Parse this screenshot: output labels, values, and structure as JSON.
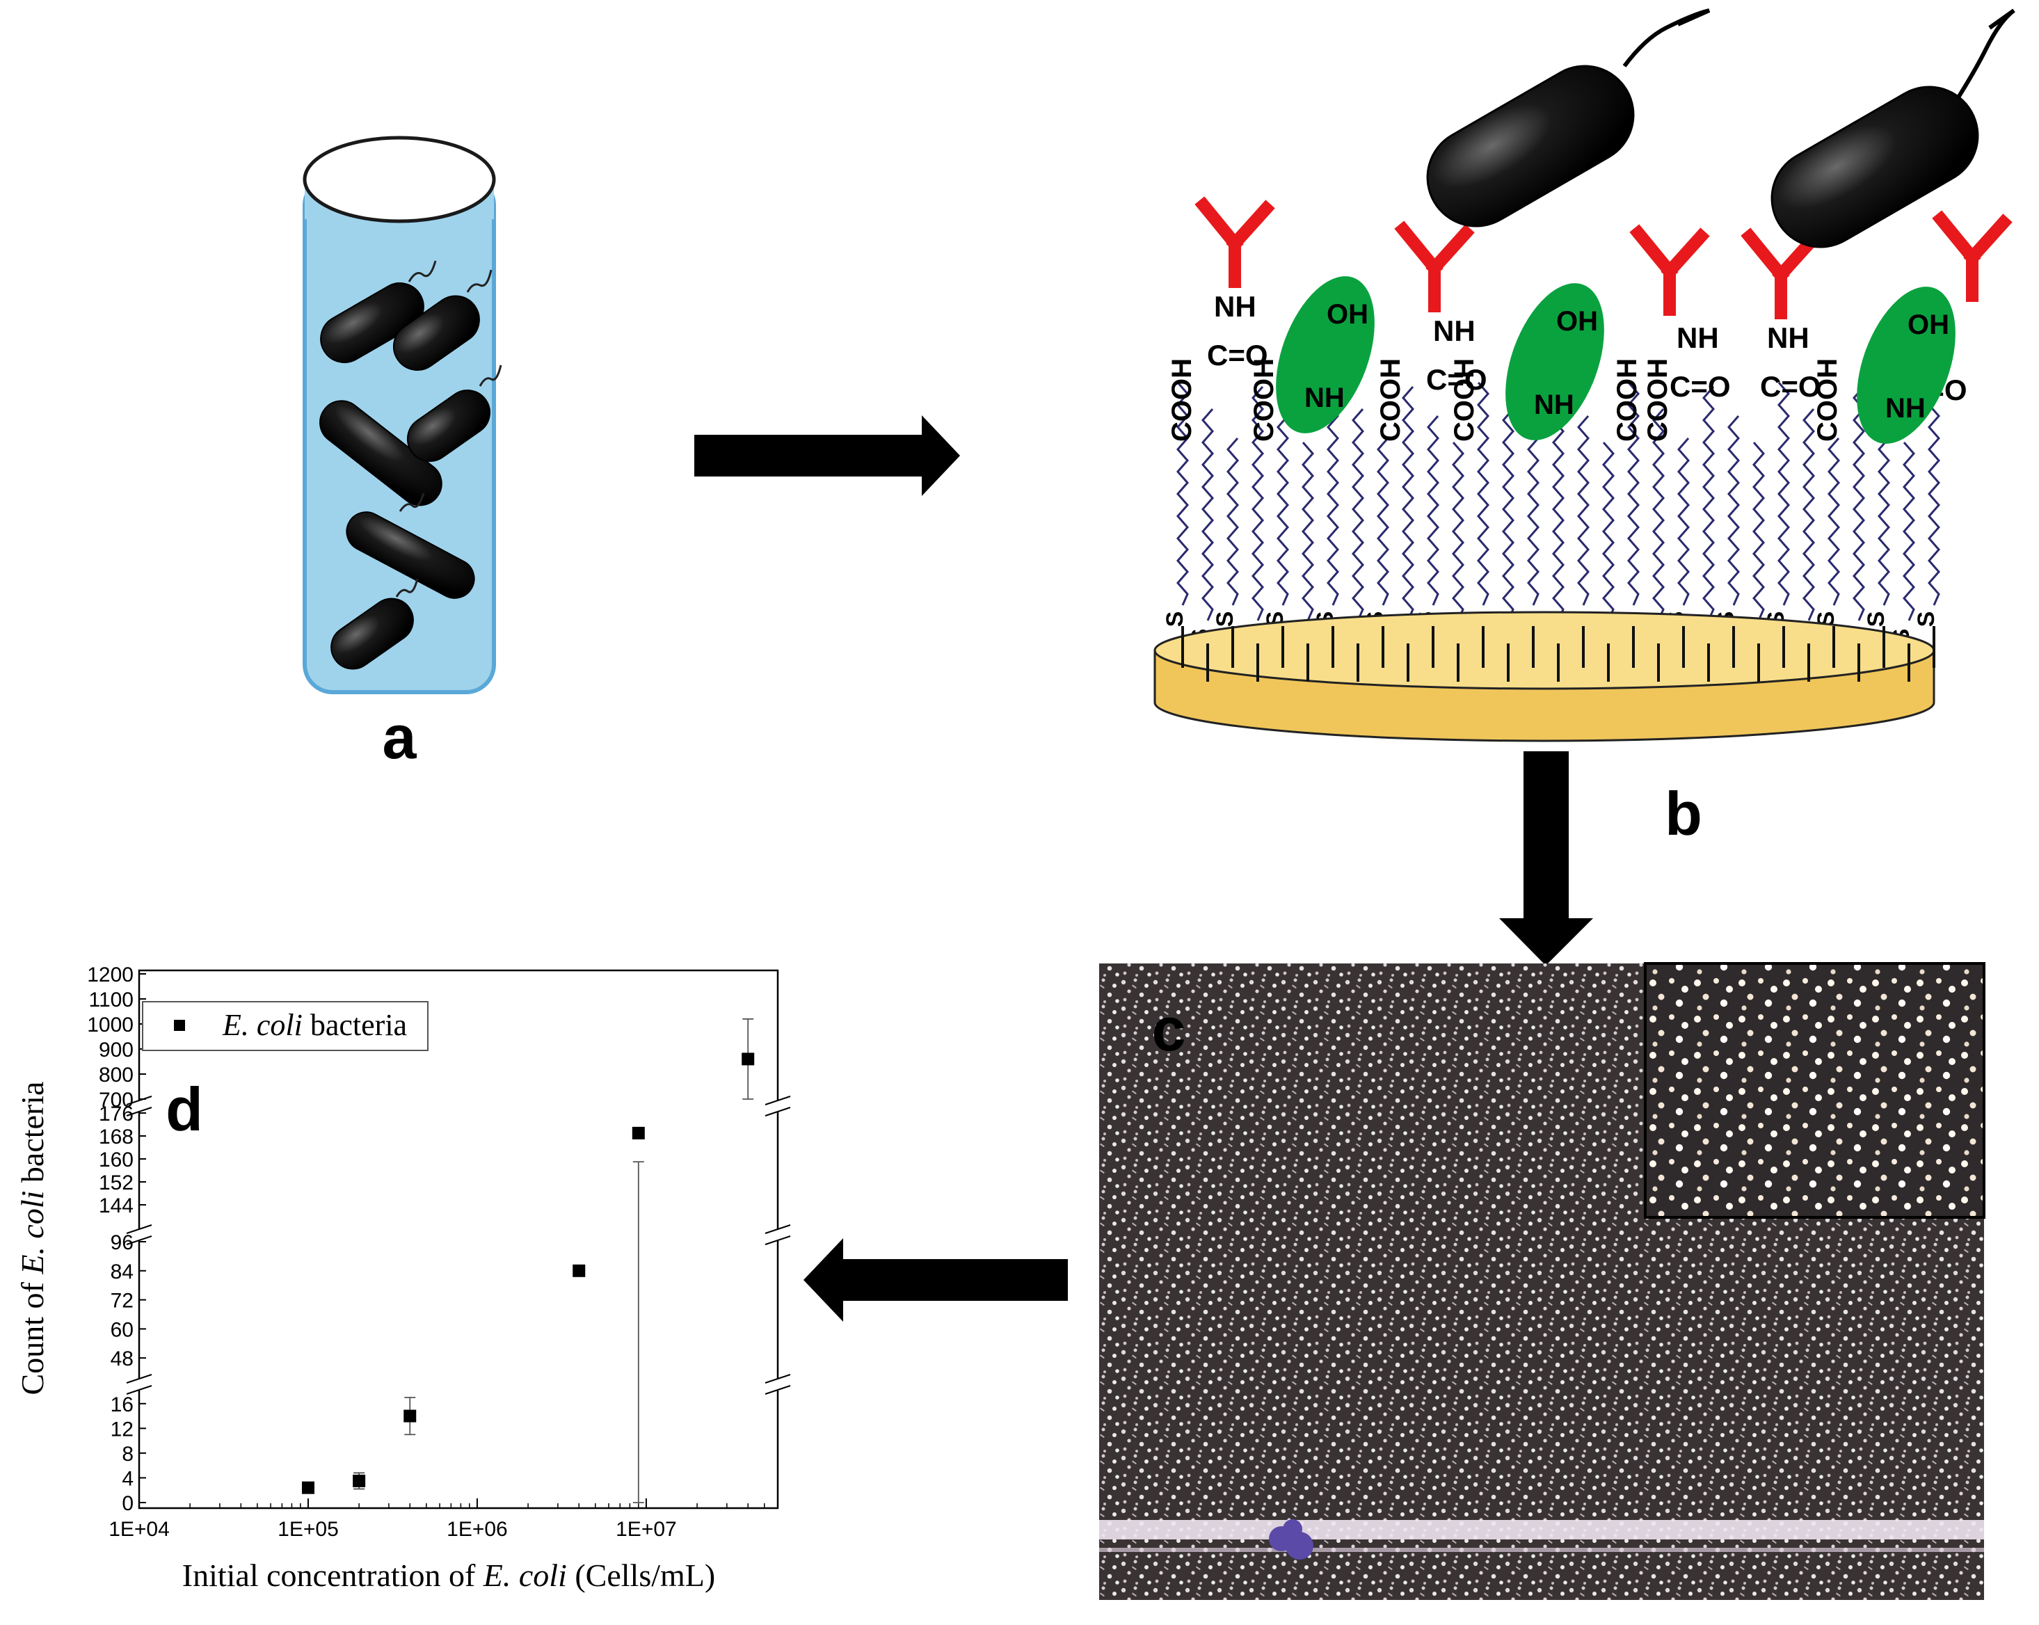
{
  "panel_labels": {
    "a": "a",
    "b": "b",
    "c": "c",
    "d": "d"
  },
  "surface": {
    "cooh": "COOH",
    "nh": "NH",
    "co": "C=O",
    "oh": "OH",
    "s": "S"
  },
  "colors": {
    "tube_fill": "#9fd3ec",
    "tube_edge": "#5aa8d8",
    "antibody": "#e8191c",
    "ethanolamine": "#0aa23f",
    "gold": "#f5d67a",
    "chain": "#2a2a6e",
    "arrow": "#000000"
  },
  "micrograph": {
    "inset": true
  },
  "chart_data": {
    "type": "scatter",
    "xlabel_prefix": "Initial concentration of ",
    "xlabel_italic": "E. coli",
    "xlabel_suffix": " (Cells/mL)",
    "ylabel_prefix": "Count of ",
    "ylabel_italic": "E. coli",
    "ylabel_suffix": " bacteria",
    "legend_italic": "E. coli",
    "legend_suffix": " bacteria",
    "x_scale": "log",
    "xlim": [
      10000,
      60000000
    ],
    "x_ticks": [
      "1E+04",
      "1E+05",
      "1E+06",
      "1E+07"
    ],
    "y_segments": [
      {
        "range": [
          0,
          18
        ],
        "ticks": [
          0,
          4,
          8,
          12,
          16
        ]
      },
      {
        "range": [
          40,
          96
        ],
        "ticks": [
          48,
          60,
          72,
          84,
          96
        ]
      },
      {
        "range": [
          136,
          176
        ],
        "ticks": [
          144,
          152,
          160,
          168,
          176
        ]
      },
      {
        "range": [
          700,
          1200
        ],
        "ticks": [
          700,
          800,
          900,
          1000,
          1100,
          1200
        ]
      }
    ],
    "points": [
      {
        "x": 100000,
        "y": 2.4,
        "err": 0
      },
      {
        "x": 200000,
        "y": 3.5,
        "err": 1.3
      },
      {
        "x": 400000,
        "y": 14,
        "err": 3
      },
      {
        "x": 4000000,
        "y": 84,
        "err": 0
      },
      {
        "x": 9000000,
        "y": 169,
        "err": 10
      },
      {
        "x": 40000000,
        "y": 860,
        "err": 160
      }
    ]
  }
}
